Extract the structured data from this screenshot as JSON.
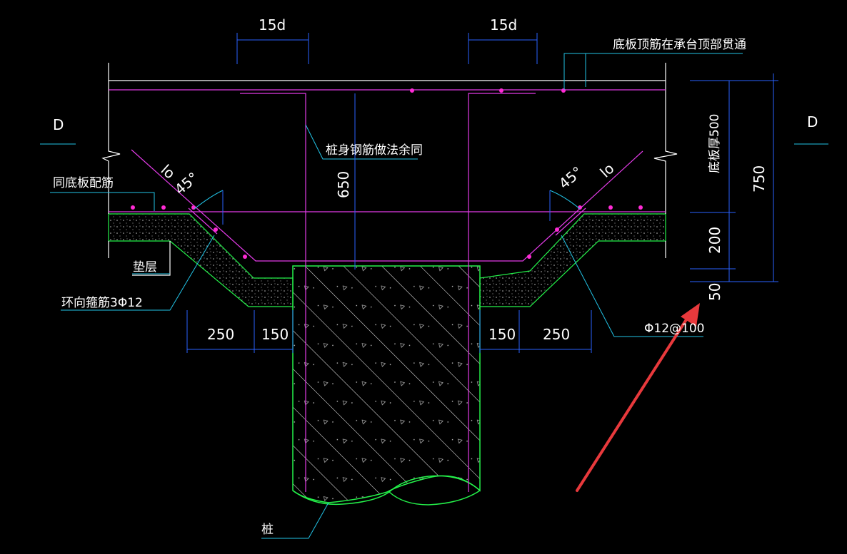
{
  "labels": {
    "section_mark_left": "D",
    "section_mark_right": "D",
    "dim_top_left": "15d",
    "dim_top_right": "15d",
    "note_top_rebar": "底板顶筋在承台顶部贯通",
    "note_pile_rebar": "桩身钢筋做法余同",
    "note_same_as_slab": "同底板配筋",
    "note_cushion": "垫层",
    "note_hoop": "环向箍筋3Φ12",
    "note_phi12": "Φ12@100",
    "note_slab_thk": "底板厚500",
    "note_pile": "桩",
    "lo_left": "lo",
    "lo_right": "lo",
    "angle_left": "45°",
    "angle_right": "45°",
    "dim_650": "650",
    "dim_750": "750",
    "dim_200": "200",
    "dim_50": "50",
    "dim_250_left": "250",
    "dim_150_left": "150",
    "dim_150_right": "150",
    "dim_250_right": "250"
  },
  "colors": {
    "background": "#000000",
    "outline": "#ffffff",
    "rebar": "#e23be6",
    "concrete_edge": "#24f24a",
    "dimension": "#2a62ff",
    "leader": "#22c3e6",
    "arrow": "#e8393c"
  }
}
